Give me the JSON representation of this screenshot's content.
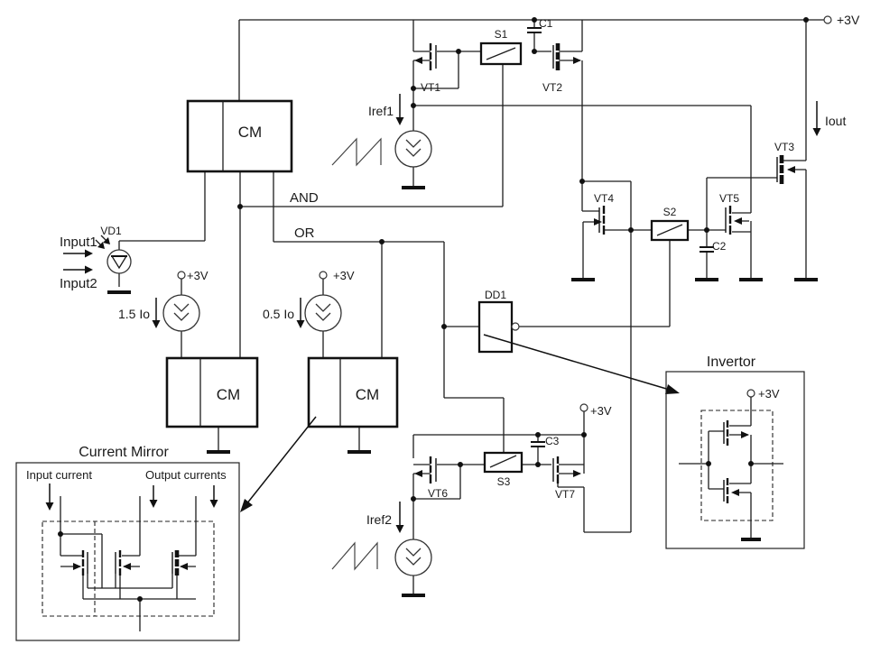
{
  "colors": {
    "ink": "#1c1c1c",
    "background": "#ffffff"
  },
  "labels": {
    "vcc": "+3V",
    "cm": "CM",
    "and": "AND",
    "or": "OR",
    "iout": "Iout",
    "iref1": "Iref1",
    "iref2": "Iref2",
    "i_15": "1.5 Io",
    "i_05": "0.5 Io",
    "input1": "Input1",
    "input2": "Input2"
  },
  "components": {
    "vt1": "VT1",
    "vt2": "VT2",
    "vt3": "VT3",
    "vt4": "VT4",
    "vt5": "VT5",
    "vt6": "VT6",
    "vt7": "VT7",
    "s1": "S1",
    "s2": "S2",
    "s3": "S3",
    "c1": "C1",
    "c2": "C2",
    "c3": "C3",
    "vd1": "VD1",
    "dd1": "DD1"
  },
  "insets": {
    "current_mirror": {
      "title": "Current Mirror",
      "input_label": "Input current",
      "output_label": "Output currents"
    },
    "invertor": {
      "title": "Invertor"
    }
  }
}
